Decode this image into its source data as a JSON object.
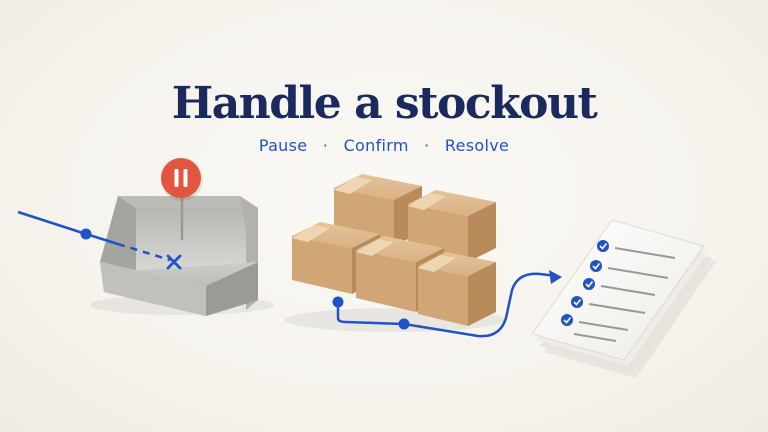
{
  "header": {
    "title": "Handle a stockout",
    "steps": [
      "Pause",
      "Confirm",
      "Resolve"
    ],
    "separator": "·"
  },
  "icons": {
    "pause_badge": "pause-icon",
    "missing_mark": "x-icon",
    "completed_item": "check-icon"
  },
  "colors": {
    "title": "#1b2a5c",
    "accent_blue": "#2052c8",
    "pause_red": "#e2553f"
  },
  "checklist": {
    "items_checked": 5
  }
}
